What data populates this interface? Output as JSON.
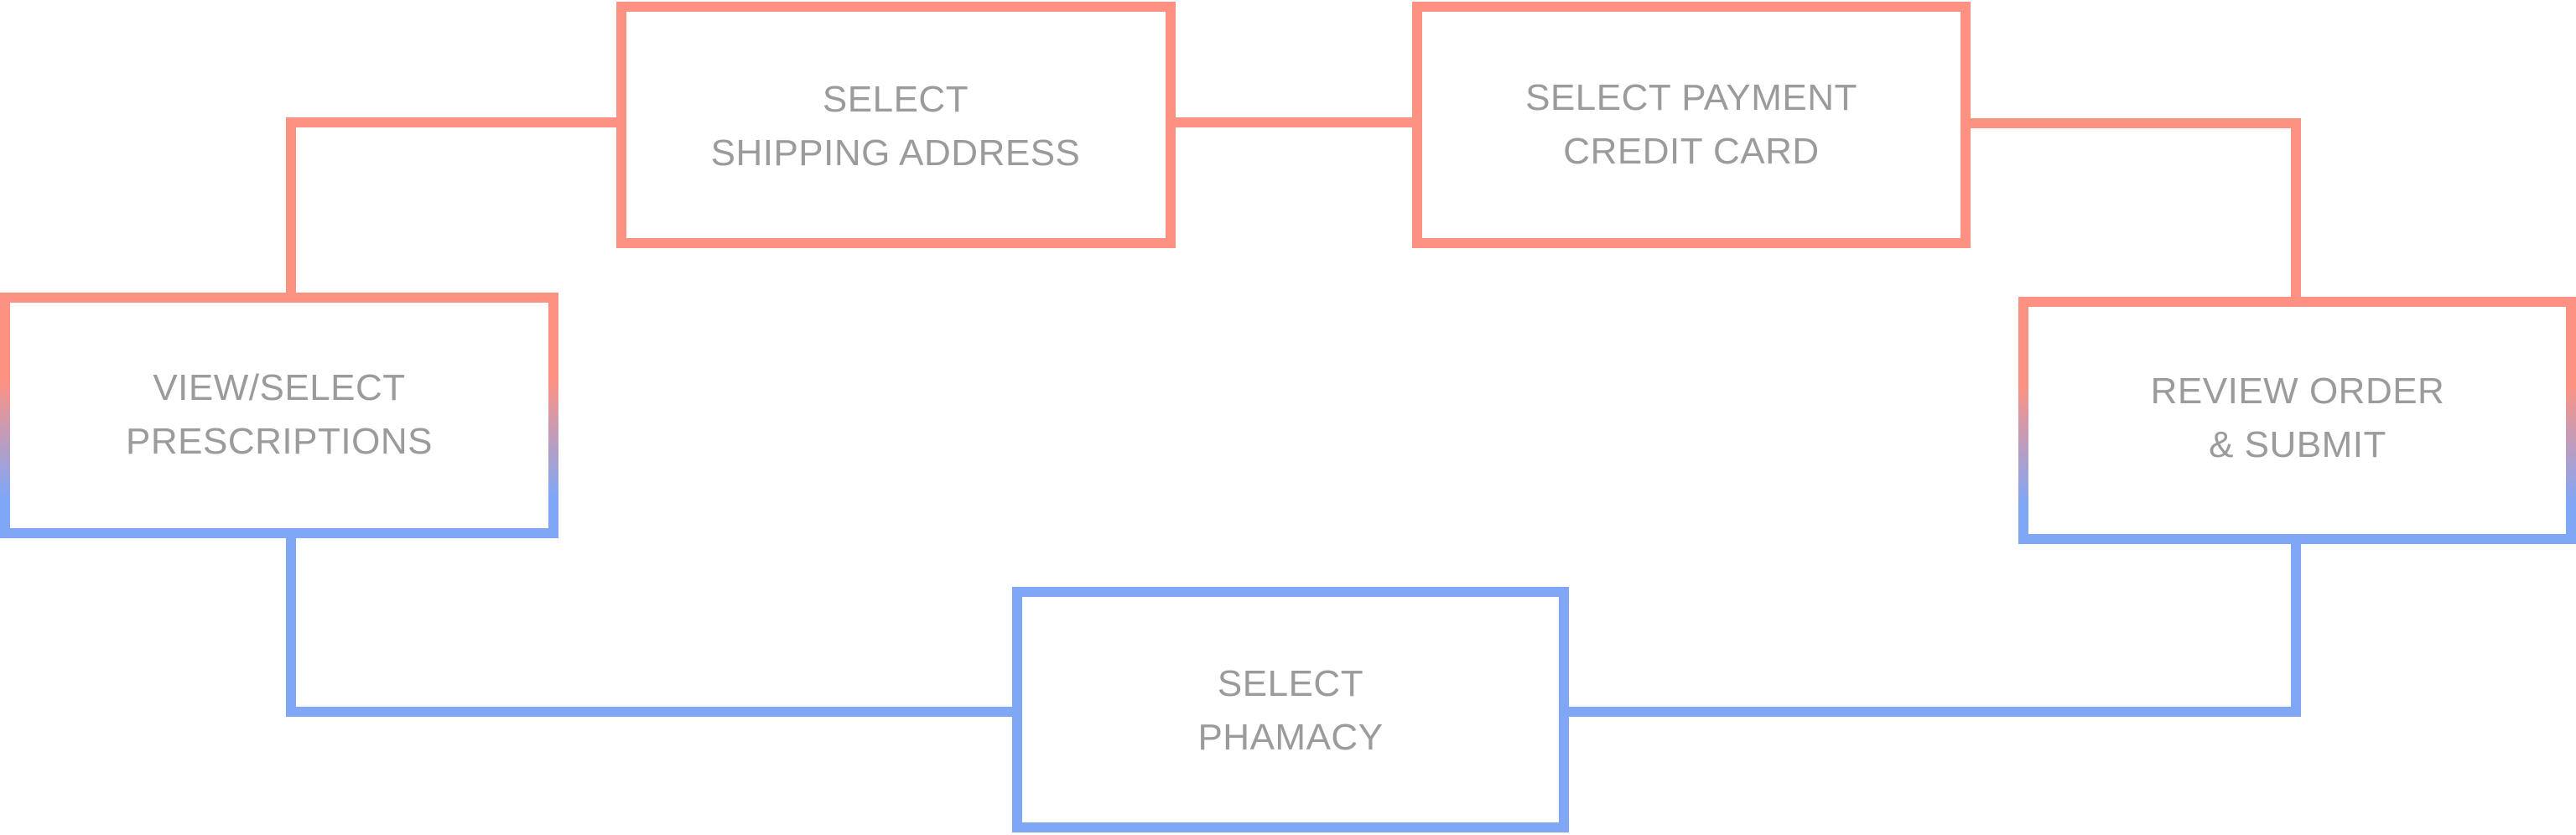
{
  "colors": {
    "top": "#fe9282",
    "bottom": "#7fa7f6",
    "text": "#9b9b9b",
    "background": "#ffffff"
  },
  "steps": {
    "view_select_prescriptions": {
      "line1": "VIEW/SELECT",
      "line2": "PRESCRIPTIONS"
    },
    "select_shipping_address": {
      "line1": "SELECT",
      "line2": "SHIPPING ADDRESS"
    },
    "select_payment": {
      "line1": "SELECT PAYMENT",
      "line2": "CREDIT CARD"
    },
    "review_order": {
      "line1": "REVIEW ORDER",
      "line2": "& SUBMIT"
    },
    "select_pharmacy": {
      "line1": "SELECT",
      "line2": "PHAMACY"
    }
  }
}
